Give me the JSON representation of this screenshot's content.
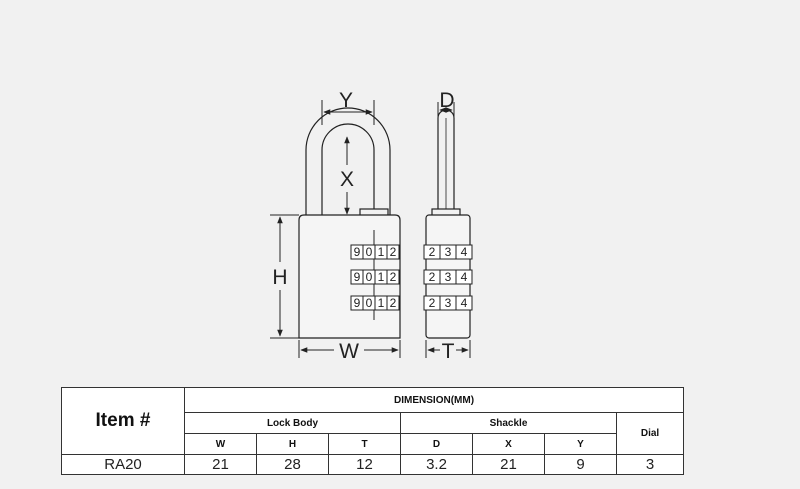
{
  "labels": {
    "Y": "Y",
    "D": "D",
    "X": "X",
    "H": "H",
    "W": "W",
    "T": "T"
  },
  "front_dials": [
    [
      "9",
      "0",
      "1",
      "2"
    ],
    [
      "9",
      "0",
      "1",
      "2"
    ],
    [
      "9",
      "0",
      "1",
      "2"
    ]
  ],
  "side_dials": [
    [
      "2",
      "3",
      "4"
    ],
    [
      "2",
      "3",
      "4"
    ],
    [
      "2",
      "3",
      "4"
    ]
  ],
  "table": {
    "item_header": "Item #",
    "dimension_header": "DIMENSION(MM)",
    "group_lock_body": "Lock Body",
    "group_shackle": "Shackle",
    "group_dial": "Dial",
    "col_w": "W",
    "col_h": "H",
    "col_t": "T",
    "col_d": "D",
    "col_x": "X",
    "col_y": "Y",
    "row": {
      "item": "RA20",
      "w": "21",
      "h": "28",
      "t": "12",
      "d": "3.2",
      "x": "21",
      "y": "9",
      "dial": "3"
    }
  }
}
